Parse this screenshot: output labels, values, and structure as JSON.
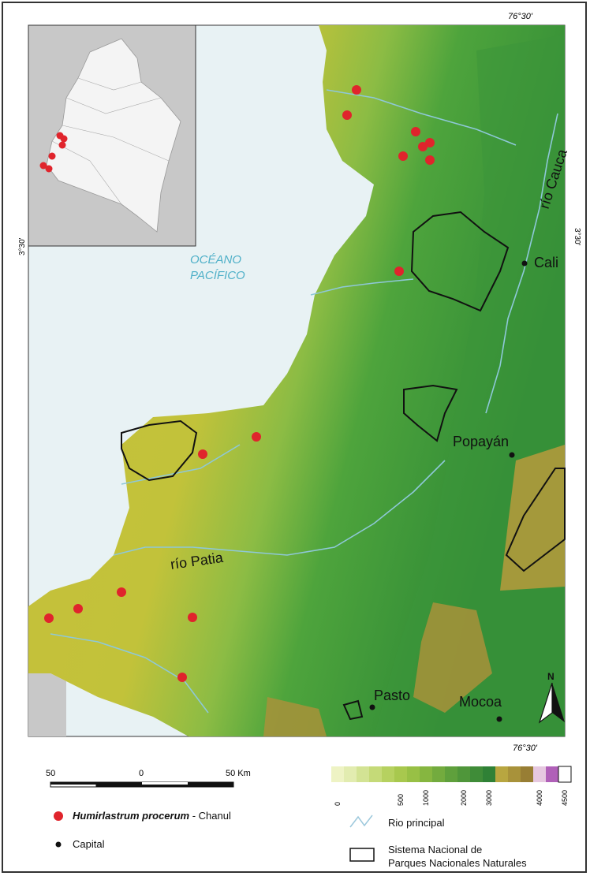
{
  "coordinates": {
    "top_longitude": "76°30'",
    "bottom_longitude": "76°30'",
    "left_latitude": "3°30'",
    "right_latitude": "3°30'"
  },
  "labels": {
    "ocean_line1": "OCÉANO",
    "ocean_line2": "PACÍFICO",
    "river_cauca": "río Cauca",
    "river_patia": "río Patia",
    "cali": "Cali",
    "popayan": "Popayán",
    "pasto": "Pasto",
    "mocoa": "Mocoa",
    "north": "N"
  },
  "scale_bar": {
    "left": "50",
    "middle": "0",
    "right": "50 Km"
  },
  "elevation_legend": {
    "ticks": [
      "0",
      "500",
      "1000",
      "2000",
      "3000",
      "4000",
      "4500"
    ],
    "colors": [
      "#eef3c4",
      "#e2ecb0",
      "#d3e394",
      "#c5da78",
      "#b6d160",
      "#a8c84e",
      "#98c045",
      "#86b640",
      "#73ab3e",
      "#5fa03c",
      "#4f963a",
      "#3f8c38",
      "#2f8136",
      "#b8a640",
      "#a8923a",
      "#987e34",
      "#e6c8e0",
      "#b060b8",
      "#ffffff"
    ]
  },
  "legend": {
    "species_name": "Humirlastrum procerum",
    "species_suffix": " - Chanul",
    "capital": "Capital",
    "river": "Rio principal",
    "parks_line1": "Sistema Nacional de",
    "parks_line2": "Parques Nacionales Naturales"
  },
  "colors": {
    "ocean": "#e8f2f4",
    "lowland": "#c9c33a",
    "highland": "#3f9a3c",
    "occurrence": "#e0242c",
    "river": "#8ec8d8",
    "park_border": "#111111"
  }
}
